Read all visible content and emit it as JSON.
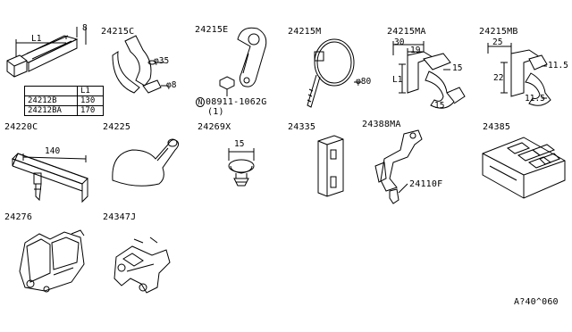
{
  "parts": [
    {
      "id": "p-24212",
      "dims": [
        "L1",
        "8"
      ]
    },
    {
      "id": "p-24215C",
      "label": "24215C",
      "dims": [
        "φ35",
        "φ8"
      ]
    },
    {
      "id": "p-24215E",
      "label": "24215E",
      "note_symbol": "N",
      "note_part": "08911-1062G",
      "note_qty": "(1)"
    },
    {
      "id": "p-24215M",
      "label": "24215M",
      "dims": [
        "φ80"
      ]
    },
    {
      "id": "p-24215MA",
      "label": "24215MA",
      "dims": [
        "30",
        "19",
        "15",
        "L1",
        "15"
      ]
    },
    {
      "id": "p-24215MB",
      "label": "24215MB",
      "dims": [
        "25",
        "11.5",
        "22",
        "11.5"
      ]
    },
    {
      "id": "p-24220C",
      "label": "24220C",
      "dims": [
        "140"
      ]
    },
    {
      "id": "p-24225",
      "label": "24225"
    },
    {
      "id": "p-24269X",
      "label": "24269X",
      "dims": [
        "15"
      ]
    },
    {
      "id": "p-24335",
      "label": "24335"
    },
    {
      "id": "p-24388MA",
      "label": "24388MA",
      "sub_label": "24110F"
    },
    {
      "id": "p-24385",
      "label": "24385"
    },
    {
      "id": "p-24276",
      "label": "24276"
    },
    {
      "id": "p-24347J",
      "label": "24347J"
    }
  ],
  "table": {
    "header": [
      "",
      "L1"
    ],
    "rows": [
      [
        "24212B",
        "130"
      ],
      [
        "24212BA",
        "170"
      ]
    ]
  },
  "footer_code": "A?40^060"
}
